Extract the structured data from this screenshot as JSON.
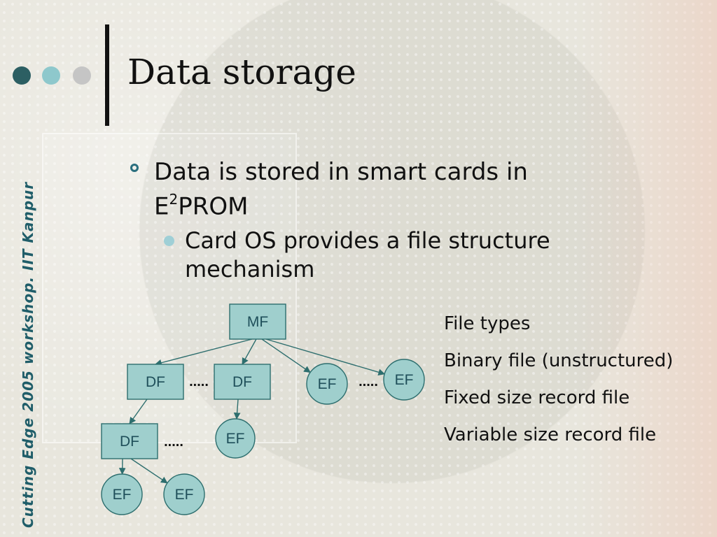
{
  "slide": {
    "title": "Data storage",
    "sidebar_text": "Cutting Edge 2005 workshop. IIT Kanpur",
    "bullets": [
      {
        "level": 1,
        "text_pre": "Data is stored in smart cards in E",
        "superscript": "2",
        "text_post": "PROM"
      },
      {
        "level": 2,
        "text": "Card OS provides a file structure mechanism"
      }
    ],
    "file_types": [
      "File types",
      "Binary file (unstructured)",
      "Fixed size record file",
      "Variable size record file"
    ]
  },
  "diagram": {
    "nodes": [
      {
        "id": "mf",
        "label": "MF",
        "shape": "rect"
      },
      {
        "id": "df1",
        "label": "DF",
        "shape": "rect"
      },
      {
        "id": "df2",
        "label": "DF",
        "shape": "rect"
      },
      {
        "id": "ef1",
        "label": "EF",
        "shape": "circle"
      },
      {
        "id": "ef2",
        "label": "EF",
        "shape": "circle"
      },
      {
        "id": "df3",
        "label": "DF",
        "shape": "rect"
      },
      {
        "id": "ef3",
        "label": "EF",
        "shape": "circle"
      },
      {
        "id": "ef4",
        "label": "EF",
        "shape": "circle"
      },
      {
        "id": "ef5",
        "label": "EF",
        "shape": "circle"
      }
    ],
    "edges": [
      [
        "mf",
        "df1"
      ],
      [
        "mf",
        "df2"
      ],
      [
        "mf",
        "ef1"
      ],
      [
        "mf",
        "ef2"
      ],
      [
        "df1",
        "df3"
      ],
      [
        "df2",
        "ef3"
      ],
      [
        "df3",
        "ef4"
      ],
      [
        "df3",
        "ef5"
      ]
    ],
    "ellipsis_text": "....."
  },
  "colors": {
    "dot_dark": "#2c5f63",
    "dot_mid": "#8ec8cc",
    "dot_light": "#c5c5c5",
    "node_fill": "#9fcfcd",
    "node_stroke": "#2d6e6e",
    "node_text": "#1f4f5a",
    "arrow": "#2d6e6e"
  }
}
